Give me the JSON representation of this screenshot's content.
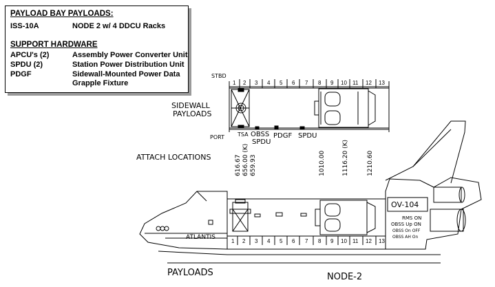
{
  "legend": {
    "title": "PAYLOAD BAY PAYLOADS:",
    "rows": [
      {
        "key": "ISS-10A",
        "value": "NODE 2 w/ 4 DDCU Racks"
      }
    ],
    "support_title": "SUPPORT HARDWARE",
    "support_rows": [
      {
        "key": "APCU's (2)",
        "value": "Assembly Power Converter Unit"
      },
      {
        "key": "SPDU (2)",
        "value": "Station Power Distribution Unit"
      },
      {
        "key": "PDGF",
        "value": "Sidewall-Mounted Power Data"
      }
    ],
    "pdgf_line2": "Grapple Fixture"
  },
  "top_view": {
    "stbd": "STBD",
    "port": "PORT",
    "sidewall_1": "SIDEWALL",
    "sidewall_2": "PAYLOADS",
    "bays": [
      "1",
      "2",
      "3",
      "4",
      "5",
      "6",
      "7",
      "8",
      "9",
      "10",
      "11",
      "12",
      "13"
    ],
    "labels": {
      "tsa": "TSA",
      "obss": "OBSS",
      "spdu": "SPDU",
      "pdgf": "PDGF",
      "spdu2": "SPDU"
    }
  },
  "attach": {
    "label": "ATTACH LOCATIONS",
    "values": [
      "616.67",
      "656.00 (K)",
      "659.93",
      "1010.00",
      "1116.20 (K)",
      "1210.60"
    ]
  },
  "side_view": {
    "bays": [
      "1",
      "2",
      "3",
      "4",
      "5",
      "6",
      "7",
      "8",
      "9",
      "10",
      "11",
      "12",
      "13"
    ],
    "orbiter_name": "ATLANTIS",
    "ov": "OV-104",
    "rms": [
      "RMS ON",
      "OBSS Up ON",
      "OBSS On OFF",
      "OBSS AH On"
    ]
  },
  "bottom": {
    "payloads": "PAYLOADS",
    "node": "NODE-2"
  }
}
